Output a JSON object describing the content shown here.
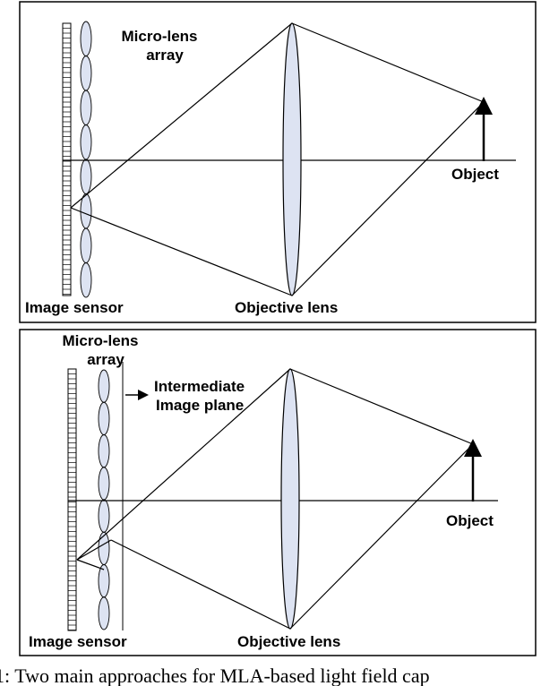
{
  "panel_top": {
    "micro_lens_line1": "Micro-lens",
    "micro_lens_line2": "array",
    "object": "Object",
    "image_sensor": "Image sensor",
    "objective_lens": "Objective lens"
  },
  "panel_bottom": {
    "micro_lens_line1": "Micro-lens",
    "micro_lens_line2": "array",
    "intermediate_line1": "Intermediate",
    "intermediate_line2": "Image plane",
    "object": "Object",
    "image_sensor": "Image sensor",
    "objective_lens": "Objective lens"
  },
  "caption": "1: Two main approaches for MLA-based light field cap",
  "colors": {
    "lens_fill": "#dde3f2",
    "stroke": "#000000",
    "background": "#ffffff"
  }
}
